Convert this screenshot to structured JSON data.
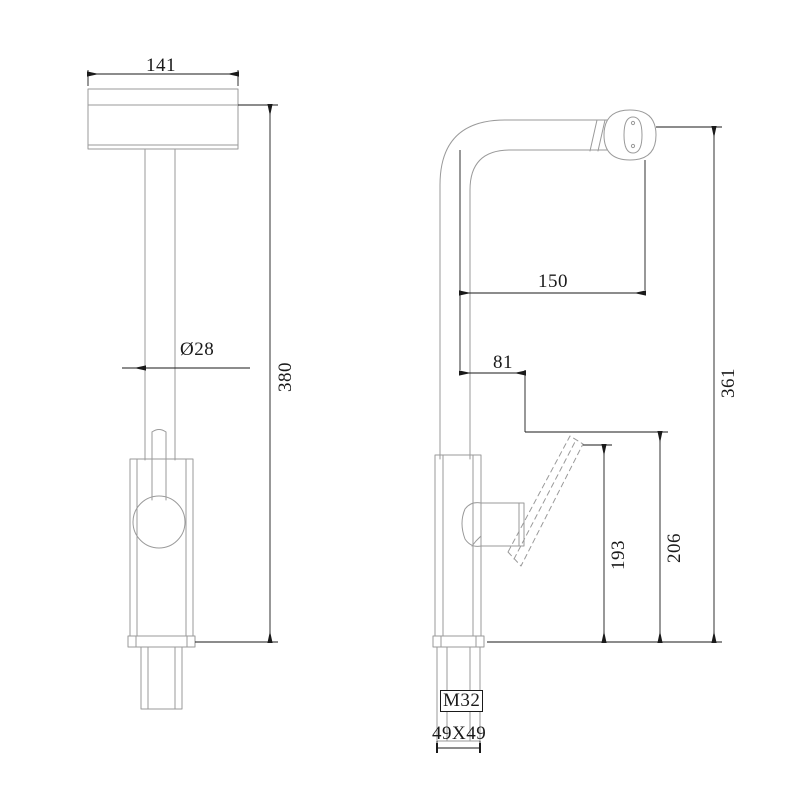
{
  "drawing": {
    "title": "Kitchen Faucet Technical Drawing",
    "units": "mm",
    "views": [
      {
        "name": "front-view",
        "position": "left"
      },
      {
        "name": "side-view",
        "position": "right"
      }
    ],
    "line_color": "#9a9a9a",
    "dimension_color": "#1a1a1a",
    "background": "#ffffff"
  },
  "dimensions": {
    "front": {
      "plate_width": "141",
      "tube_diameter": "Ø28",
      "total_height": "380"
    },
    "side": {
      "spout_reach": "150",
      "lever_offset": "81",
      "spout_height": "361",
      "lever_height_upper": "206",
      "lever_height_lower": "193",
      "thread_spec": "M32",
      "base_footprint": "49X49"
    }
  },
  "chart_data": {
    "type": "table",
    "title": "Kitchen Faucet Dimensions (mm)",
    "categories": [
      "141",
      "Ø28",
      "380",
      "150",
      "81",
      "361",
      "206",
      "193",
      "M32",
      "49X49"
    ],
    "values": [
      141,
      28,
      380,
      150,
      81,
      361,
      206,
      193,
      32,
      49
    ]
  }
}
